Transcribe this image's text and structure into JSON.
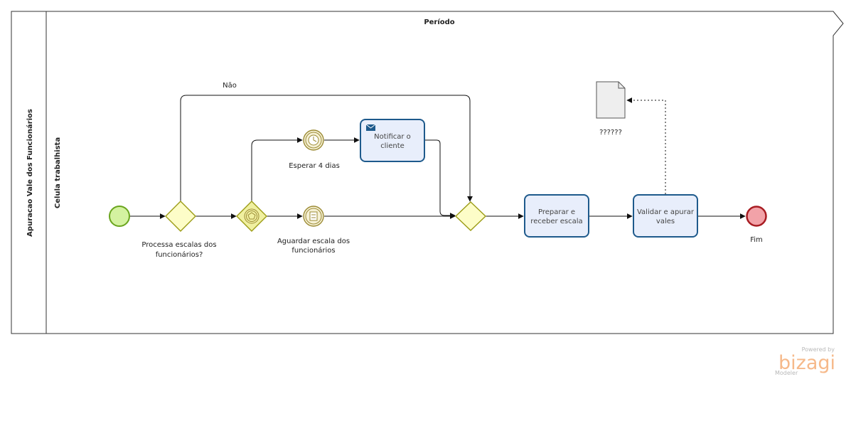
{
  "pool": {
    "label": "Apuracao Vale dos Funcionários"
  },
  "phase": {
    "label": "Período"
  },
  "lane": {
    "label": "Celula trabalhista"
  },
  "start_event": {
    "label": ""
  },
  "gateway_process": {
    "label_line1": "Processa escalas dos",
    "label_line2": "funcionários?"
  },
  "event_gateway": {
    "label": ""
  },
  "timer_event": {
    "label": "Esperar 4 dias"
  },
  "conditional_event": {
    "label_line1": "Aguardar escala dos",
    "label_line2": "funcionários"
  },
  "task_notify": {
    "line1": "Notificar o",
    "line2": "cliente"
  },
  "join_gateway": {
    "label": ""
  },
  "task_prepare": {
    "line1": "Preparar e",
    "line2": "receber escala"
  },
  "task_validate": {
    "line1": "Validar e apurar",
    "line2": "vales"
  },
  "data_object": {
    "label": "??????"
  },
  "end_event": {
    "label": "Fim"
  },
  "flow_no": {
    "label": "Não"
  },
  "watermark": {
    "powered": "Powered by",
    "brand": "bizagi",
    "product": "Modeler"
  },
  "colors": {
    "task_stroke": "#1e5a8c",
    "task_fill": "#e8eefb",
    "start_stroke": "#6aa51e",
    "start_fill": "#d4f2a0",
    "end_stroke": "#a81c22",
    "end_fill": "#f2a2a8",
    "gateway_stroke": "#9c9c16",
    "gateway_fill": "#fdfdc8",
    "brand": "#f6b98a"
  }
}
